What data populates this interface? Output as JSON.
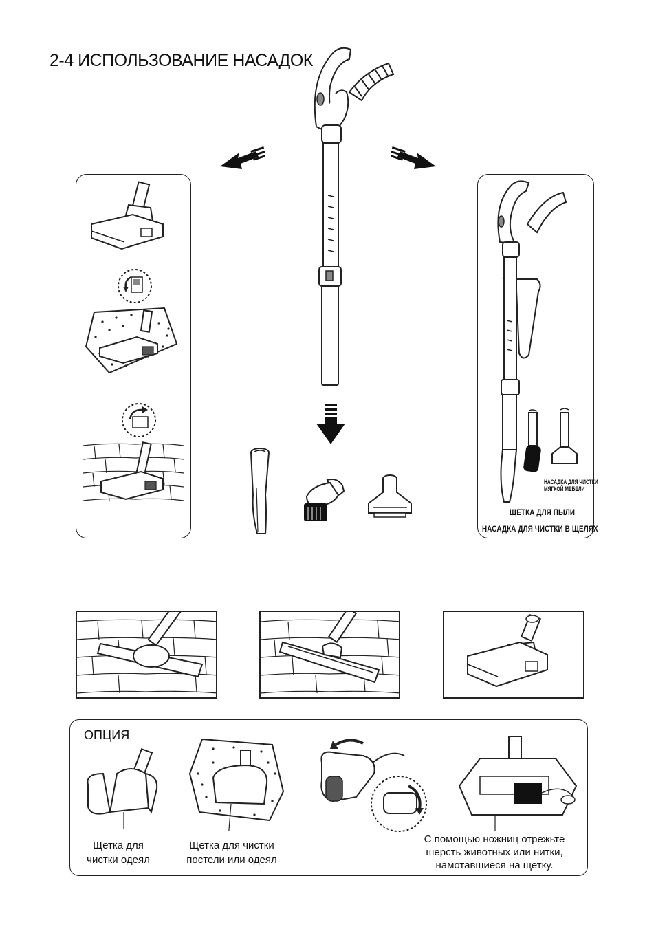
{
  "title": "2-4 ИСПОЛЬЗОВАНИЕ НАСАДОК",
  "labels": {
    "upholstery_tool": [
      "НАСАДКА ДЛЯ ЧИСТКИ",
      "МЯГКОЙ МЕБЕЛИ"
    ],
    "dusting_brush": "ЩЕТКА ДЛЯ ПЫЛИ",
    "crevice_tool": "НАСАДКА ДЛЯ ЧИСТКИ В ЩЕЛЯХ"
  },
  "option": {
    "heading": "ОПЦИЯ",
    "captions": {
      "blanket_brush": [
        "Щетка для",
        "чистки одеял"
      ],
      "bed_brush": [
        "Щетка для чистки",
        "постели или одеял"
      ],
      "scissors_note": [
        "С помощью ножниц отрежьте",
        "шерсть животных или нитки,",
        "намотавшиеся на щетку."
      ]
    }
  },
  "icons": [
    "vacuum-wand-icon",
    "arrow-down-left-icon",
    "arrow-down-right-icon",
    "arrow-down-icon",
    "crevice-tool-icon",
    "dusting-brush-icon",
    "upholstery-tool-icon",
    "floor-brush-icon",
    "rotate-icon",
    "carpet-icon",
    "brick-wall-icon",
    "turbo-brush-icon",
    "scissors-icon"
  ]
}
